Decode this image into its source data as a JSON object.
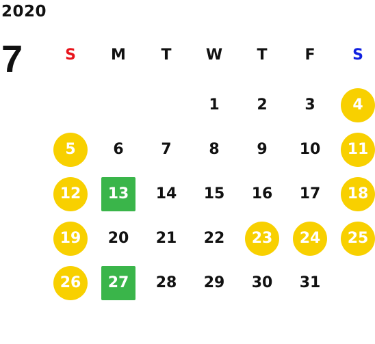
{
  "calendar": {
    "year": "2020",
    "month": "7",
    "weekdays": [
      "S",
      "M",
      "T",
      "W",
      "T",
      "F",
      "S"
    ],
    "colors": {
      "sunday_header": "#e8141c",
      "saturday_header": "#1020e0",
      "holiday_circle": "#f8d000",
      "marked_square": "#3ab54a"
    },
    "weeks": [
      [
        {
          "day": "",
          "style": "empty"
        },
        {
          "day": "",
          "style": "empty"
        },
        {
          "day": "",
          "style": "empty"
        },
        {
          "day": "1",
          "style": "plain"
        },
        {
          "day": "2",
          "style": "plain"
        },
        {
          "day": "3",
          "style": "plain"
        },
        {
          "day": "4",
          "style": "holiday"
        }
      ],
      [
        {
          "day": "5",
          "style": "holiday"
        },
        {
          "day": "6",
          "style": "plain"
        },
        {
          "day": "7",
          "style": "plain"
        },
        {
          "day": "8",
          "style": "plain"
        },
        {
          "day": "9",
          "style": "plain"
        },
        {
          "day": "10",
          "style": "plain"
        },
        {
          "day": "11",
          "style": "holiday"
        }
      ],
      [
        {
          "day": "12",
          "style": "holiday"
        },
        {
          "day": "13",
          "style": "marked"
        },
        {
          "day": "14",
          "style": "plain"
        },
        {
          "day": "15",
          "style": "plain"
        },
        {
          "day": "16",
          "style": "plain"
        },
        {
          "day": "17",
          "style": "plain"
        },
        {
          "day": "18",
          "style": "holiday"
        }
      ],
      [
        {
          "day": "19",
          "style": "holiday"
        },
        {
          "day": "20",
          "style": "plain"
        },
        {
          "day": "21",
          "style": "plain"
        },
        {
          "day": "22",
          "style": "plain"
        },
        {
          "day": "23",
          "style": "holiday"
        },
        {
          "day": "24",
          "style": "holiday"
        },
        {
          "day": "25",
          "style": "holiday"
        }
      ],
      [
        {
          "day": "26",
          "style": "holiday"
        },
        {
          "day": "27",
          "style": "marked"
        },
        {
          "day": "28",
          "style": "plain"
        },
        {
          "day": "29",
          "style": "plain"
        },
        {
          "day": "30",
          "style": "plain"
        },
        {
          "day": "31",
          "style": "plain"
        },
        {
          "day": "",
          "style": "empty"
        }
      ]
    ]
  }
}
